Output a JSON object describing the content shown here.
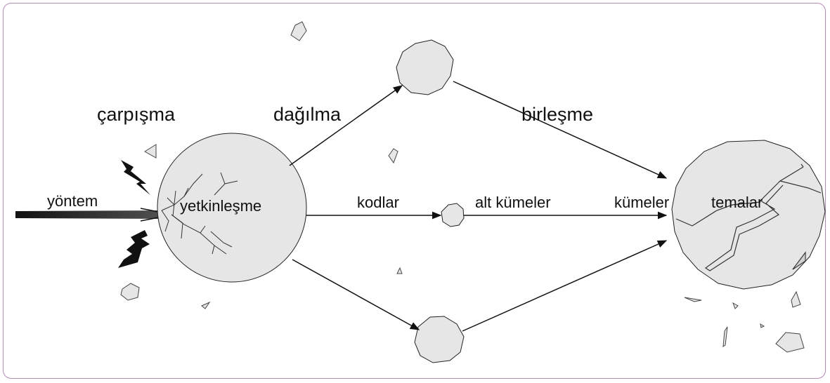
{
  "labels": {
    "collision": "çarpışma",
    "dispersion": "dağılma",
    "merging": "birleşme",
    "method": "yöntem",
    "competence": "yetkinleşme",
    "codes": "kodlar",
    "subclusters": "alt kümeler",
    "clusters": "kümeler",
    "themes": "temalar"
  },
  "colors": {
    "frame": "#b58ab8",
    "shape_fill": "#e6e6e6",
    "stroke": "#222222"
  }
}
